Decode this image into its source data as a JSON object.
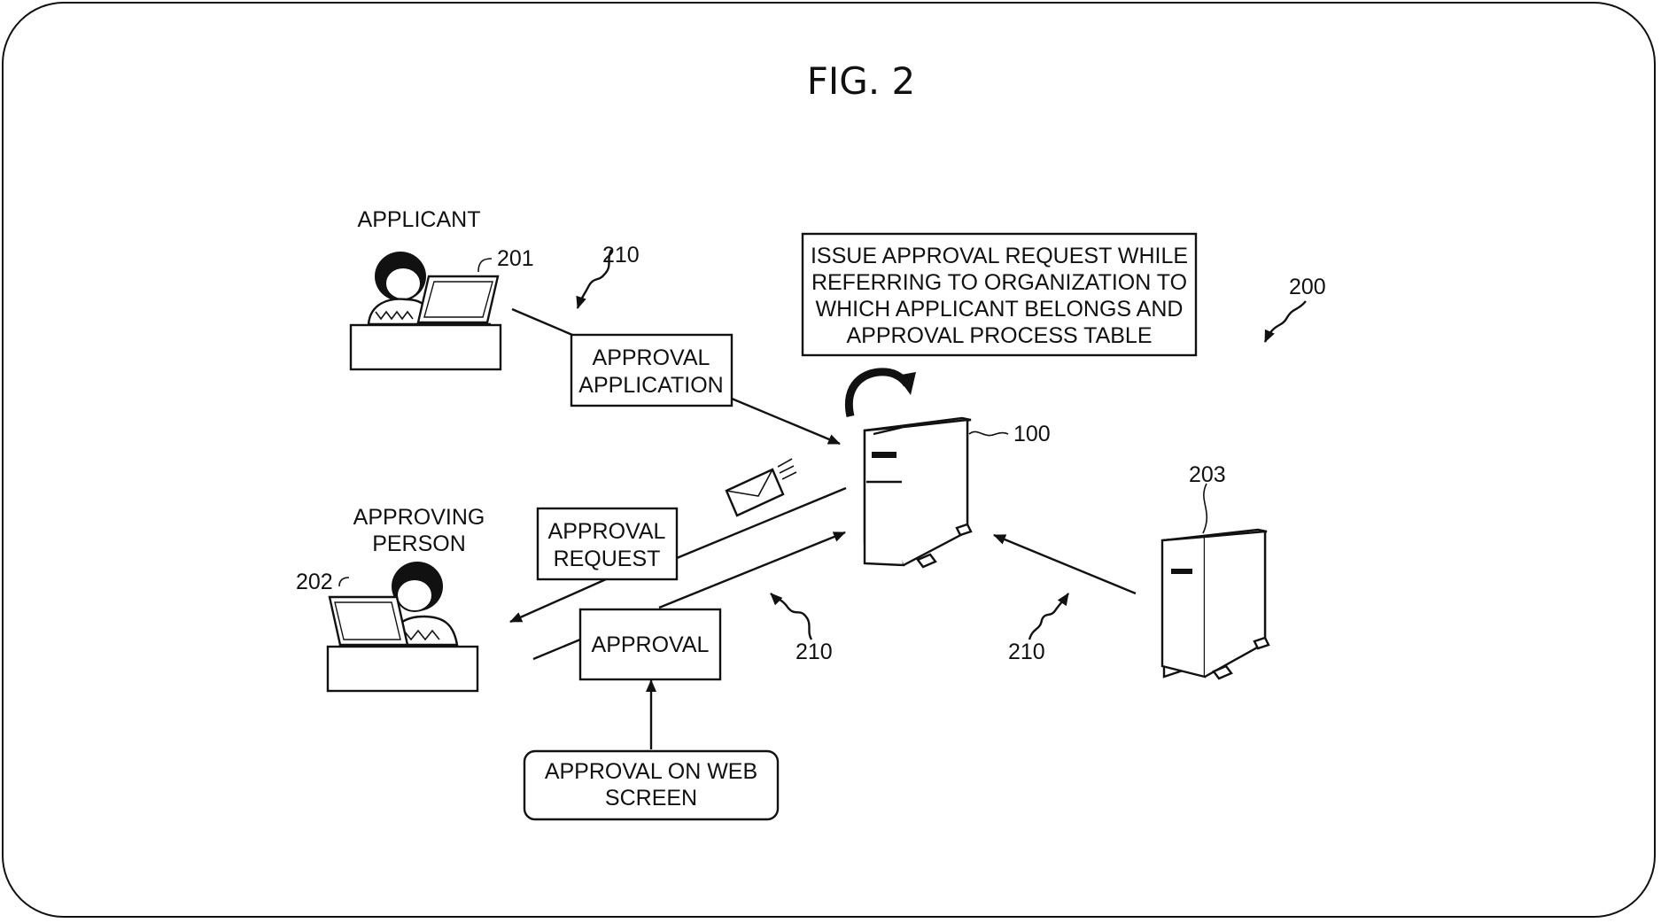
{
  "figure": {
    "title": "FIG. 2"
  },
  "actors": {
    "applicant": {
      "label": "APPLICANT",
      "ref": "201"
    },
    "approving_person": {
      "label_line1": "APPROVING",
      "label_line2": "PERSON",
      "ref": "202"
    }
  },
  "servers": {
    "main": {
      "ref": "100"
    },
    "other": {
      "ref": "203"
    }
  },
  "system": {
    "ref": "200"
  },
  "network_refs": [
    "210",
    "210",
    "210"
  ],
  "boxes": {
    "note": {
      "line1": "ISSUE APPROVAL REQUEST WHILE",
      "line2": "REFERRING TO ORGANIZATION TO",
      "line3": "WHICH APPLICANT BELONGS AND",
      "line4": "APPROVAL PROCESS TABLE"
    },
    "approval_application": {
      "line1": "APPROVAL",
      "line2": "APPLICATION"
    },
    "approval_request": {
      "line1": "APPROVAL",
      "line2": "REQUEST"
    },
    "approval": {
      "line1": "APPROVAL"
    },
    "approval_web": {
      "line1": "APPROVAL ON WEB",
      "line2": "SCREEN"
    }
  },
  "icons": [
    "person-icon",
    "laptop-icon",
    "desk-icon",
    "server-icon",
    "envelope-icon",
    "curved-arrow-icon"
  ]
}
